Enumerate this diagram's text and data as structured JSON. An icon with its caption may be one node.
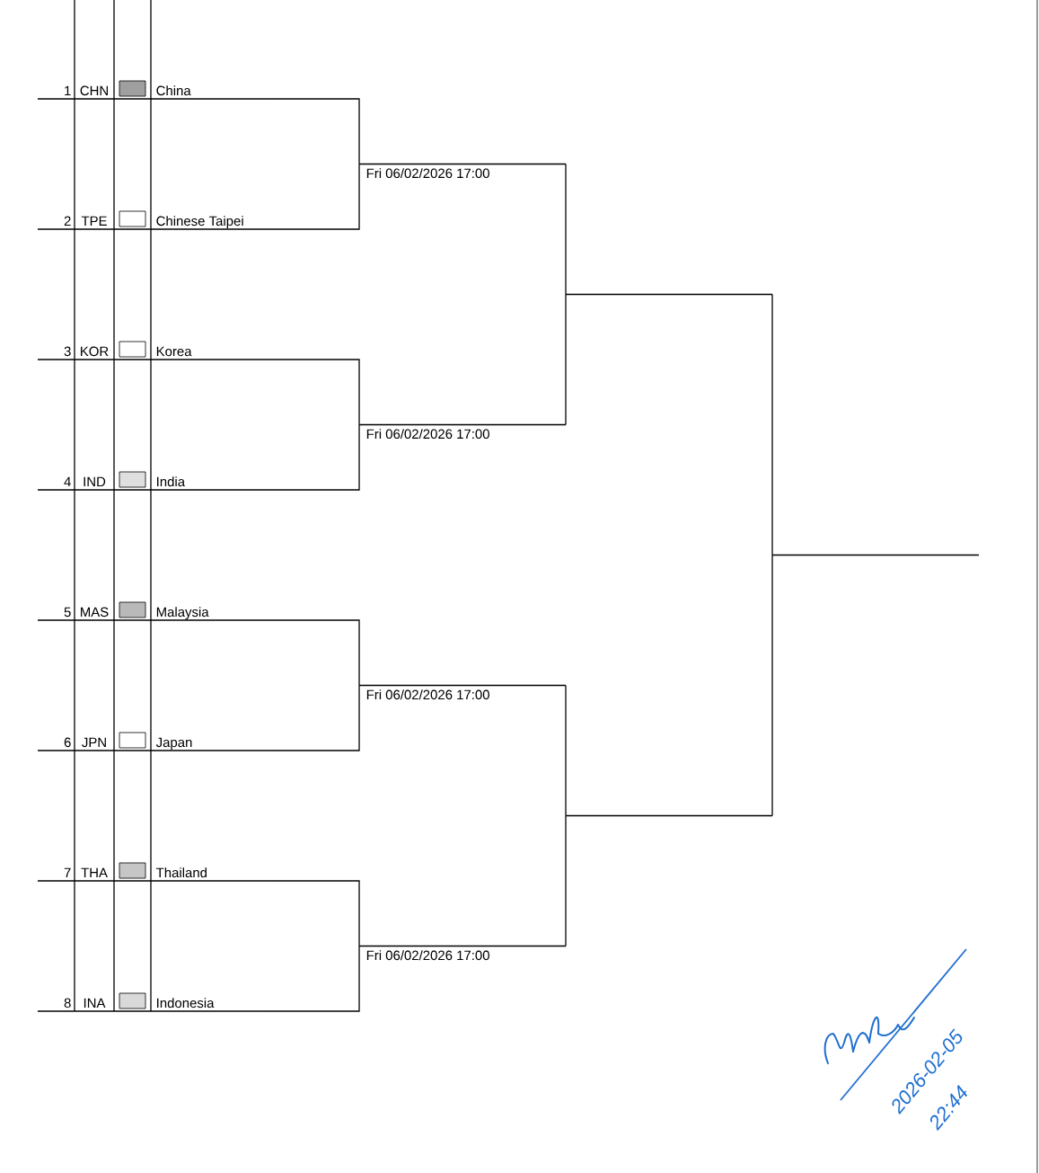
{
  "diagram": {
    "nodes": [
      {
        "text": [
          "1",
          "CHN",
          "China"
        ]
      },
      {
        "text": [
          "2",
          "TPE",
          "Chinese Taipei"
        ]
      },
      {
        "text": [
          "3",
          "KOR",
          "Korea"
        ]
      },
      {
        "text": [
          "4",
          "IND",
          "India"
        ]
      },
      {
        "text": [
          "5",
          "MAS",
          "Malaysia"
        ]
      },
      {
        "text": [
          "6",
          "JPN",
          "Japan"
        ]
      },
      {
        "text": [
          "7",
          "THA",
          "Thailand"
        ]
      },
      {
        "text": [
          "8",
          "INA",
          "Indonesia"
        ]
      },
      {
        "text": [
          "Fri 06/02/2026 17:00"
        ]
      },
      {
        "text": [
          "Fri 06/02/2026 17:00"
        ]
      },
      {
        "text": [
          "Fri 06/02/2026 17:00"
        ]
      },
      {
        "text": [
          "Fri 06/02/2026 17:00"
        ]
      },
      {
        "text": [],
        "shape": "line"
      },
      {
        "text": [],
        "shape": "line"
      },
      {
        "text": [],
        "shape": "line"
      }
    ],
    "edges": [
      {
        "from": 0,
        "to": 8,
        "arrow": "none"
      },
      {
        "from": 1,
        "to": 8,
        "arrow": "none"
      },
      {
        "from": 2,
        "to": 9,
        "arrow": "none"
      },
      {
        "from": 3,
        "to": 9,
        "arrow": "none"
      },
      {
        "from": 4,
        "to": 10,
        "arrow": "none"
      },
      {
        "from": 5,
        "to": 10,
        "arrow": "none"
      },
      {
        "from": 6,
        "to": 11,
        "arrow": "none"
      },
      {
        "from": 7,
        "to": 11,
        "arrow": "none"
      },
      {
        "from": 8,
        "to": 12,
        "arrow": "none"
      },
      {
        "from": 9,
        "to": 12,
        "arrow": "none"
      },
      {
        "from": 10,
        "to": 13,
        "arrow": "none"
      },
      {
        "from": 11,
        "to": 13,
        "arrow": "none"
      },
      {
        "from": 12,
        "to": 14,
        "arrow": "none"
      },
      {
        "from": 13,
        "to": 14,
        "arrow": "none"
      }
    ],
    "labels": [
      "2026-02-05",
      "22:44"
    ]
  }
}
